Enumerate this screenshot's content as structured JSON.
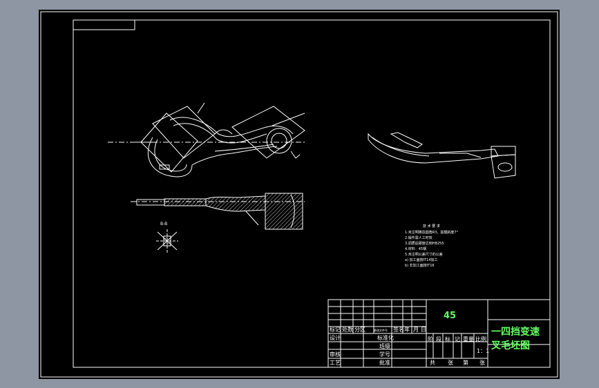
{
  "drawing": {
    "material": "45",
    "title_line1": "一四挡变速",
    "title_line2": "叉毛坯图",
    "scale": "1：1",
    "section_label": "B-B"
  },
  "title_block": {
    "row_labels": [
      "标记",
      "处数",
      "分区",
      "更改文件号",
      "签名",
      "年",
      "月",
      "日"
    ],
    "designer": "设计",
    "standardization": "标准化",
    "checker": "审核",
    "process": "工艺",
    "class": "班级",
    "student_id": "学号",
    "approve": "批准",
    "stage_labels": [
      "阶",
      "段",
      "标",
      "记",
      "重量",
      "比例"
    ],
    "sheets": [
      "共",
      "张",
      "第",
      "张"
    ]
  },
  "tech_notes": {
    "heading": "技 术 要 求",
    "items": [
      "1.未注明铸造圆角R3，拔模斜度7°",
      "2.锻件需人工时效",
      "3.调质后硬度达到HB255",
      "4.材料：45钢",
      "5.未注明公差尺寸的公差",
      "  a) 加工面按IT14加工",
      "  b) 非加工面按IT16"
    ]
  },
  "colors": {
    "background": "#8f96a3",
    "sheet": "#000000",
    "lines": "#ffffff",
    "text_green": "#66ff66"
  }
}
